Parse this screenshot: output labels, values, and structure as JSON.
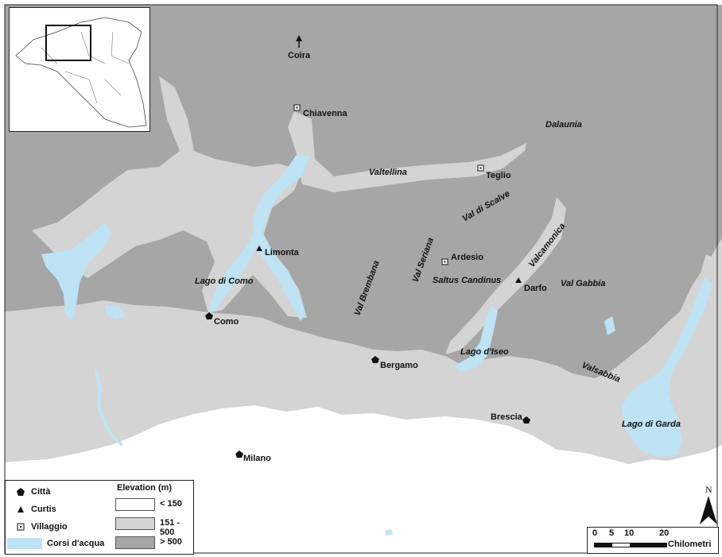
{
  "colors": {
    "lowland": "#ffffff",
    "hills": "#d4d4d4",
    "mountains": "#a6a6a6",
    "water": "#bde3f5",
    "text": "#111111"
  },
  "places": {
    "coira": "Coira",
    "chiavenna": "Chiavenna",
    "teglio": "Teglio",
    "limonta": "Limonta",
    "como": "Como",
    "ardesio": "Ardesio",
    "darfo": "Darfo",
    "bergamo": "Bergamo",
    "brescia": "Brescia",
    "milano": "Milano"
  },
  "regions": {
    "dalaunia": "Dalaunia",
    "valtellina": "Valtellina",
    "val_di_scalve": "Val di Scalve",
    "val_seriana": "Val Seriana",
    "val_brembana": "Val Brembana",
    "saltus_candinus": "Saltus Candinus",
    "valcamonica": "Valcamonica",
    "val_gabbia": "Val Gabbia",
    "valsabbia": "Valsabbia",
    "lago_di_como": "Lago di Como",
    "lago_d_iseo": "Lago d'Iseo",
    "lago_di_garda": "Lago di Garda"
  },
  "legend": {
    "items": [
      {
        "label": "Città",
        "icon": "pentagon-icon"
      },
      {
        "label": "Curtis",
        "icon": "triangle-icon"
      },
      {
        "label": "Villaggio",
        "icon": "dotted-square-icon"
      },
      {
        "label": "Corsi d'acqua",
        "icon": "water-swatch"
      }
    ],
    "elevation_title": "Elevation (m)",
    "elevation_classes": [
      "< 150",
      "151 - 500",
      "> 500"
    ]
  },
  "scale_bar": {
    "ticks": [
      "0",
      "5",
      "10",
      "20"
    ],
    "unit": "Chilometri"
  },
  "north_arrow": "N"
}
